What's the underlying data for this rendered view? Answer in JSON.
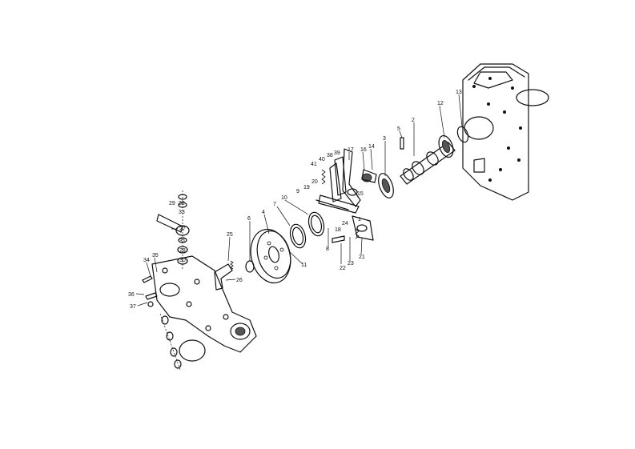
{
  "callouts": [
    "1",
    "2",
    "3",
    "4",
    "5",
    "6",
    "7",
    "8",
    "9",
    "10",
    "11",
    "12",
    "13",
    "14",
    "15",
    "16",
    "17",
    "18",
    "19",
    "20",
    "21",
    "22",
    "23",
    "24",
    "25",
    "26",
    "27",
    "28",
    "29",
    "30",
    "31",
    "32",
    "33",
    "34",
    "35",
    "36",
    "37",
    "38",
    "39",
    "40",
    "41"
  ]
}
